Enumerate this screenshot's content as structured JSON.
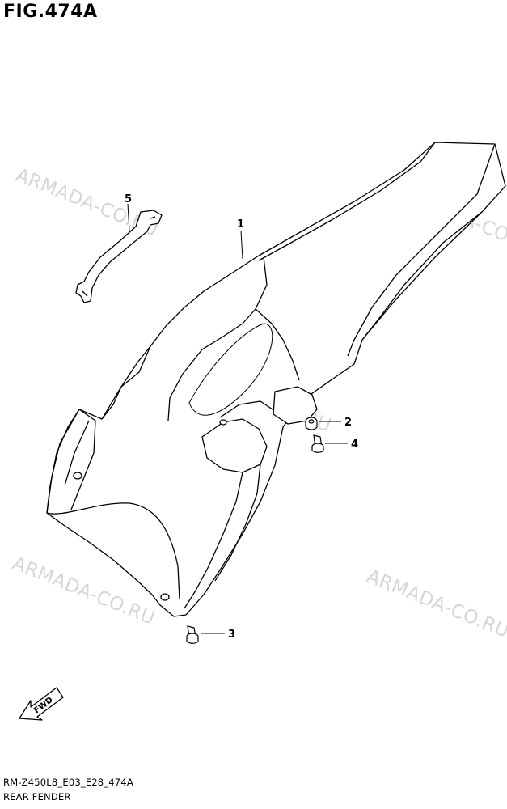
{
  "figure": {
    "title": "FIG.474A"
  },
  "watermark": {
    "text": "ARMADA-CO.RU"
  },
  "callouts": [
    {
      "number": "1"
    },
    {
      "number": "2"
    },
    {
      "number": "3"
    },
    {
      "number": "4"
    },
    {
      "number": "5"
    }
  ],
  "fwd_label": "FWD",
  "footer": {
    "code": "RM-Z450L8_E03_E28_474A",
    "name": "REAR FENDER"
  }
}
